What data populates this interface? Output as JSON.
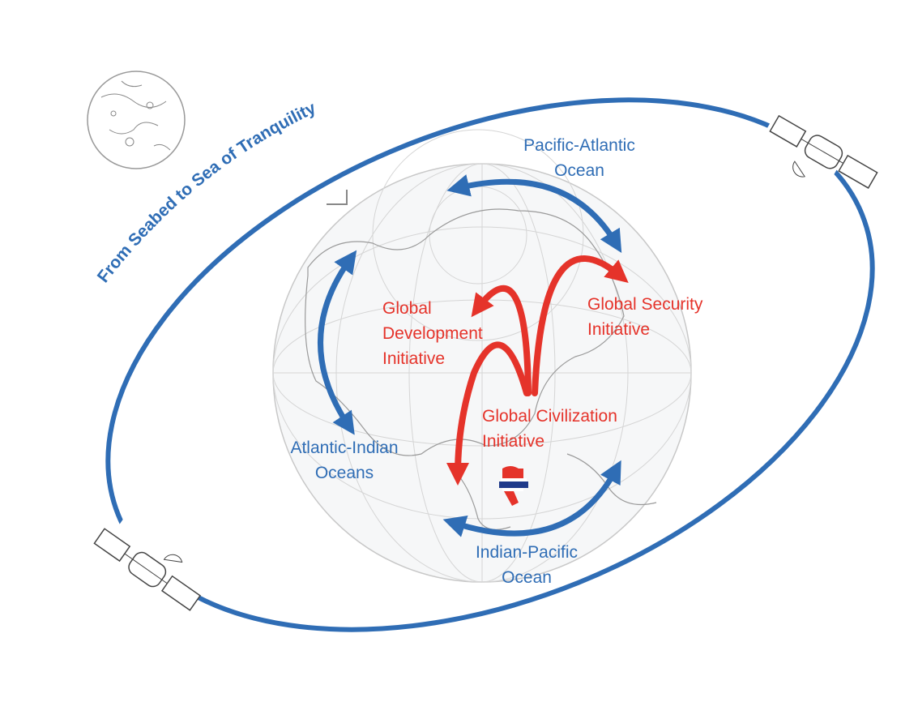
{
  "orbit_title": "From Seabed to Sea of Tranquility",
  "ocean_links": [
    {
      "line1": "Pacific-Atlantic",
      "line2": "Ocean"
    },
    {
      "line1": "Atlantic-Indian",
      "line2": "Oceans"
    },
    {
      "line1": "Indian-Pacific",
      "line2": "Ocean"
    }
  ],
  "initiatives": [
    {
      "line1": "Global",
      "line2": "Development",
      "line3": "Initiative"
    },
    {
      "line1": "Global Security",
      "line2": "Initiative"
    },
    {
      "line1": "Global Civilization",
      "line2": "Initiative"
    }
  ],
  "colors": {
    "blue": "#2F6DB5",
    "red": "#E5332A"
  }
}
